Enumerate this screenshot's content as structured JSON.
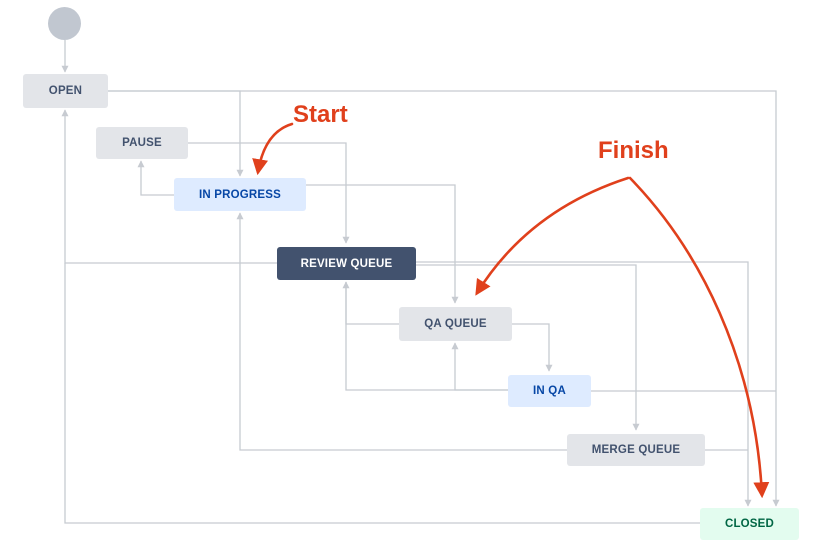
{
  "statuses": {
    "open": "OPEN",
    "pause": "PAUSE",
    "in_progress": "IN PROGRESS",
    "review_queue": "REVIEW QUEUE",
    "qa_queue": "QA QUEUE",
    "in_qa": "IN QA",
    "merge_queue": "MERGE QUEUE",
    "closed": "CLOSED"
  },
  "annotations": {
    "start": "Start",
    "finish": "Finish"
  },
  "colors": {
    "line": "#c7cbd1",
    "annotation": "#e0401c",
    "status_gray": "#e3e5e9",
    "status_blue": "#deebff",
    "status_dark": "#42526e",
    "status_green": "#e3fcef"
  }
}
